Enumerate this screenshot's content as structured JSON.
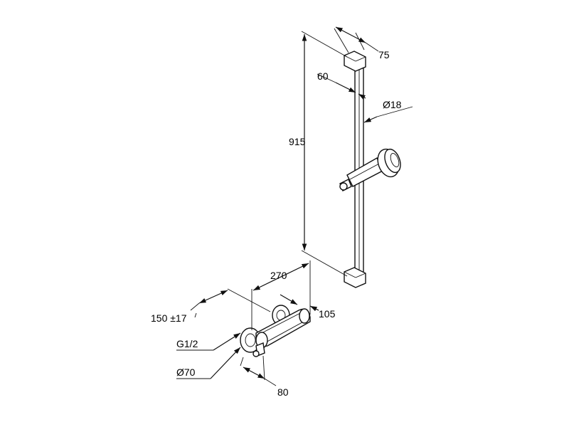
{
  "dimensions": {
    "rail_height": "915",
    "head_offset": "75",
    "wall_offset": "60",
    "rail_diameter": "Ø18",
    "mixer_width": "270",
    "connection_spacing": "150 ±17",
    "mixer_depth": "105",
    "inlet_thread": "G1/2",
    "rosette_diameter": "Ø70",
    "rosette_depth": "80"
  }
}
